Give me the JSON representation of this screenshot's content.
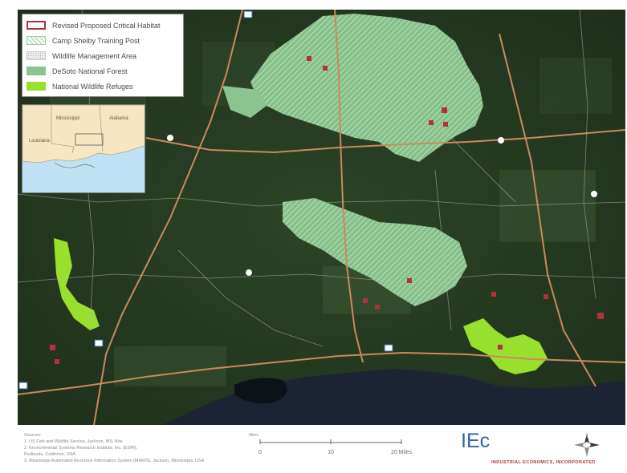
{
  "legend": {
    "items": [
      {
        "label": "Revised Proposed Critical Habitat",
        "swatch": "outline",
        "color": "#b0333b"
      },
      {
        "label": "Camp Shelby Training Post",
        "swatch": "hatch",
        "color": "#9ad59a"
      },
      {
        "label": "Wildlife Management Area",
        "swatch": "dots",
        "color": "#bdbdbd"
      },
      {
        "label": "DeSoto National Forest",
        "swatch": "fill",
        "color": "#8cc48f"
      },
      {
        "label": "National Wildlife Refuges",
        "swatch": "fill",
        "color": "#98e02e"
      }
    ]
  },
  "inset": {
    "states": [
      "Mississippi",
      "Alabama",
      "Louisiana"
    ]
  },
  "sources": {
    "heading": "Sources:",
    "lines": [
      "1. US Fish and Wildlife Service, Jackson, MS. Aha",
      "2. Environmental Systems Research Institute, Inc. (ESRI),",
      "   Redlands, California, USA",
      "3. Mississippi Automated Resource Information System (MARIS), Jackson, Mississippi, USA"
    ]
  },
  "scale": {
    "ticks": [
      "0",
      "10",
      "20 Miles"
    ],
    "label": "Miles"
  },
  "logo": {
    "text": "IEc",
    "company": "INDUSTRIAL ECONOMICS, INCORPORATED",
    "north": "N"
  },
  "colors": {
    "forest_dark": "#24361f",
    "desoto": "#8cc48f",
    "refuge": "#98e02e",
    "habitat": "#b0333b",
    "road": "#c98a5a",
    "water": "#1c2433"
  }
}
